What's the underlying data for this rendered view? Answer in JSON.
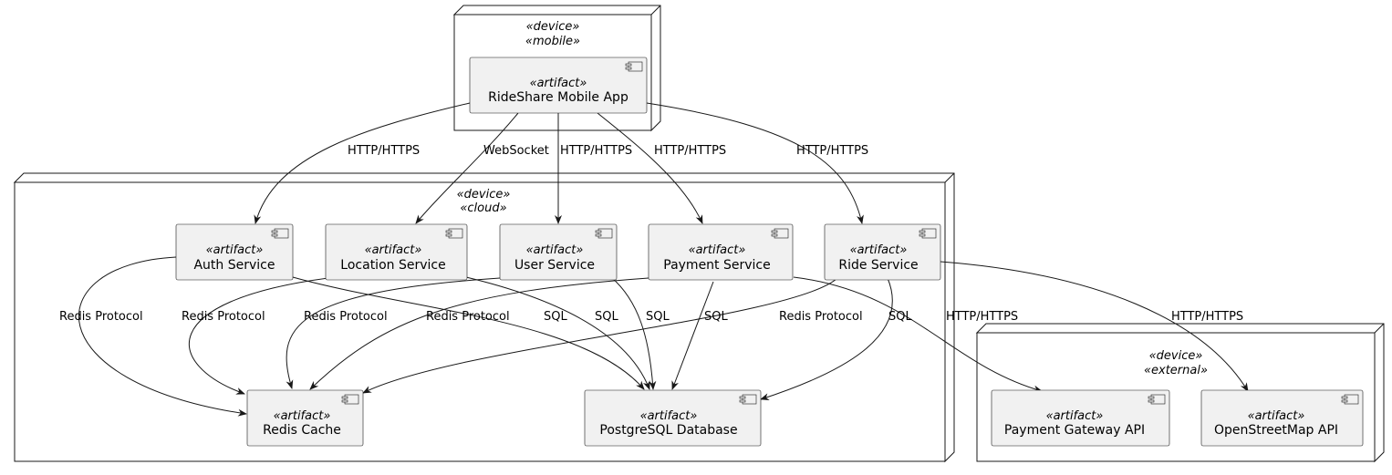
{
  "nodes": {
    "mobile": {
      "stereotypes": [
        "«device»",
        "«mobile»"
      ]
    },
    "cloud": {
      "stereotypes": [
        "«device»",
        "«cloud»"
      ]
    },
    "external": {
      "stereotypes": [
        "«device»",
        "«external»"
      ]
    }
  },
  "artifact_stereotype": "«artifact»",
  "components": {
    "app": {
      "name": "RideShare Mobile App"
    },
    "auth": {
      "name": "Auth Service"
    },
    "location": {
      "name": "Location Service"
    },
    "user": {
      "name": "User Service"
    },
    "payment": {
      "name": "Payment Service"
    },
    "ride": {
      "name": "Ride Service"
    },
    "redis": {
      "name": "Redis Cache"
    },
    "postgres": {
      "name": "PostgreSQL Database"
    },
    "gateway": {
      "name": "Payment Gateway API"
    },
    "osm": {
      "name": "OpenStreetMap API"
    }
  },
  "edges": [
    {
      "from": "app",
      "to": "auth",
      "label": "HTTP/HTTPS"
    },
    {
      "from": "app",
      "to": "location",
      "label": "WebSocket"
    },
    {
      "from": "app",
      "to": "user",
      "label": "HTTP/HTTPS"
    },
    {
      "from": "app",
      "to": "payment",
      "label": "HTTP/HTTPS"
    },
    {
      "from": "app",
      "to": "ride",
      "label": "HTTP/HTTPS"
    },
    {
      "from": "auth",
      "to": "redis",
      "label": "Redis Protocol"
    },
    {
      "from": "location",
      "to": "redis",
      "label": "Redis Protocol"
    },
    {
      "from": "user",
      "to": "redis",
      "label": "Redis Protocol"
    },
    {
      "from": "payment",
      "to": "redis",
      "label": "Redis Protocol"
    },
    {
      "from": "auth",
      "to": "postgres",
      "label": "SQL"
    },
    {
      "from": "location",
      "to": "postgres",
      "label": "SQL"
    },
    {
      "from": "user",
      "to": "postgres",
      "label": "SQL"
    },
    {
      "from": "payment",
      "to": "postgres",
      "label": "SQL"
    },
    {
      "from": "ride",
      "to": "redis",
      "label": "Redis Protocol"
    },
    {
      "from": "ride",
      "to": "postgres",
      "label": "SQL"
    },
    {
      "from": "payment",
      "to": "gateway",
      "label": "HTTP/HTTPS"
    },
    {
      "from": "ride",
      "to": "osm",
      "label": "HTTP/HTTPS"
    }
  ]
}
